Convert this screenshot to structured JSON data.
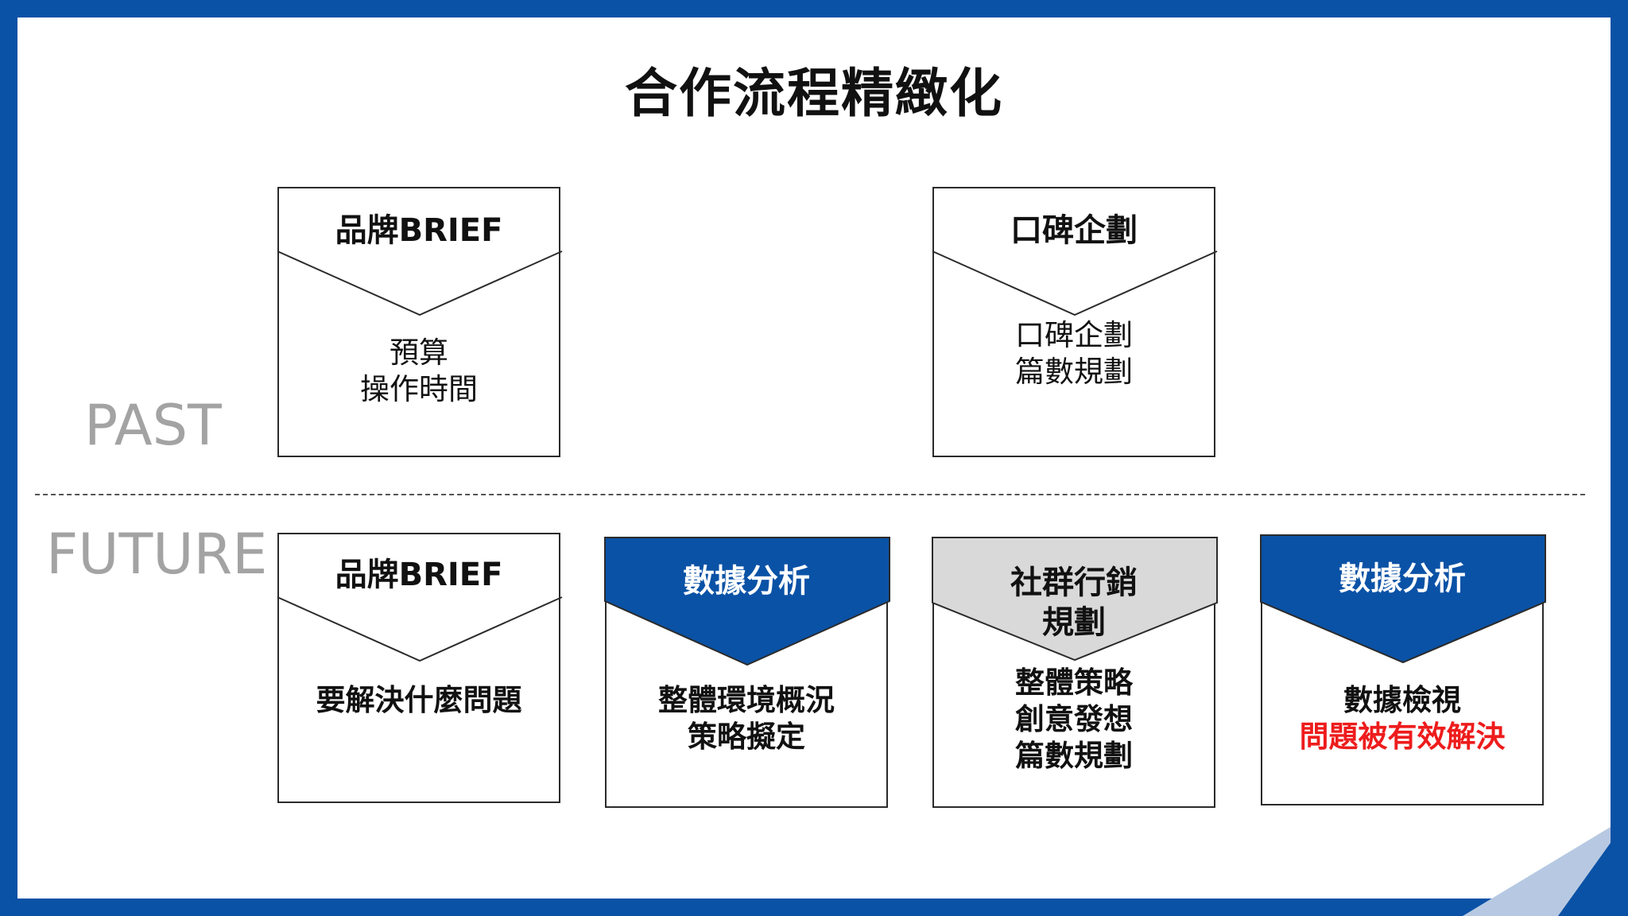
{
  "title": "合作流程精緻化",
  "labels": {
    "past": "PAST",
    "future": "FUTURE"
  },
  "colors": {
    "brand_blue": "#0a52a6",
    "gray_fill": "#d9d9d9",
    "red_text": "#ee1c1c"
  },
  "past": {
    "card1": {
      "head": "品牌BRIEF",
      "lines": [
        "預算",
        "操作時間"
      ]
    },
    "card2": {
      "head": "口碑企劃",
      "lines": [
        "口碑企劃",
        "篇數規劃"
      ]
    }
  },
  "future": {
    "card1": {
      "head": "品牌BRIEF",
      "lines": [
        "要解決什麼問題"
      ]
    },
    "card2": {
      "head": "數據分析",
      "lines": [
        "整體環境概況",
        "策略擬定"
      ]
    },
    "card3": {
      "head_lines": [
        "社群行銷",
        "規劃"
      ],
      "lines": [
        "整體策略",
        "創意發想",
        "篇數規劃"
      ]
    },
    "card4": {
      "head": "數據分析",
      "lines": [
        "數據檢視",
        "問題被有效解決"
      ]
    }
  }
}
